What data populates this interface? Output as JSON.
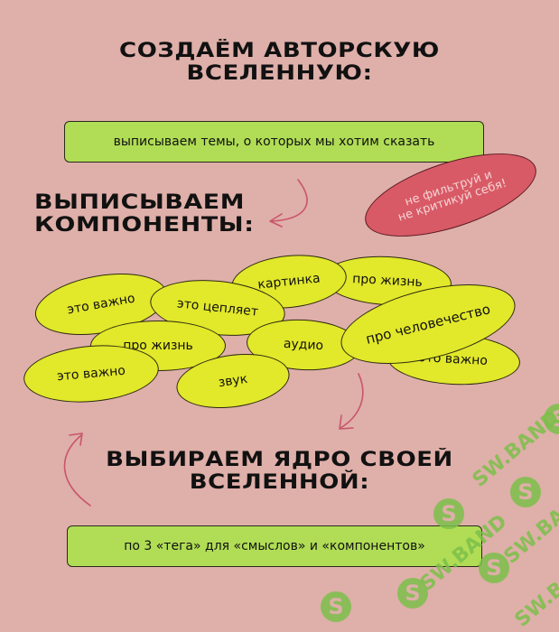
{
  "heading1": "создаём авторскую\nвселенную:",
  "heading1_lines": [
    "создаём авторскую",
    "вселенную:"
  ],
  "box_topics": "выписываем темы, о которых мы хотим сказать",
  "badge": {
    "line1": "не фильтруй и",
    "line2": "не критикуй себя!"
  },
  "heading2_lines": [
    "выписываем",
    "компоненты:"
  ],
  "components": [
    {
      "label": "это важно"
    },
    {
      "label": "это цепляет"
    },
    {
      "label": "картинка"
    },
    {
      "label": "про жизнь"
    },
    {
      "label": "про человечество"
    },
    {
      "label": "про жизнь"
    },
    {
      "label": "аудио"
    },
    {
      "label": "это важно"
    },
    {
      "label": "это важно"
    },
    {
      "label": "звук"
    }
  ],
  "heading3_lines": [
    "выбираем ядро своей",
    "вселенной:"
  ],
  "box_core": "по 3 «тега» для «смыслов» и «компонентов»",
  "watermark": {
    "text": "SW.BAND",
    "logo": "S"
  },
  "colors": {
    "background": "#dfafa9",
    "green_box": "#b0dd55",
    "oval_yellow": "#e2e82a",
    "badge_red": "#d85a66",
    "arrow": "#c9556a",
    "watermark_green": "#7cc04a"
  }
}
